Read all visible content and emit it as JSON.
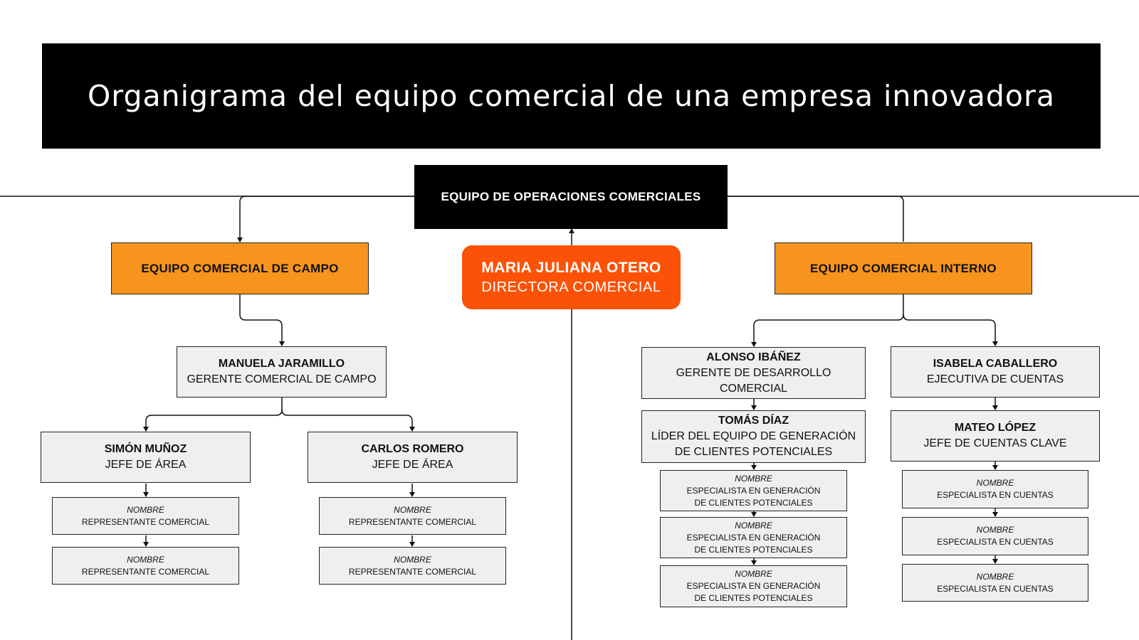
{
  "title": "Organigrama del equipo comercial de una empresa innovadora",
  "colors": {
    "banner": "#000000",
    "team": "#f7941d",
    "director": "#fc5207",
    "box": "#efefef"
  },
  "root": {
    "label": "EQUIPO DE OPERACIONES COMERCIALES"
  },
  "director": {
    "name": "MARIA JULIANA OTERO",
    "role": "DIRECTORA COMERCIAL"
  },
  "field_team": {
    "label": "EQUIPO COMERCIAL DE CAMPO",
    "manager": {
      "name": "MANUELA JARAMILLO",
      "role": "GERENTE COMERCIAL DE CAMPO"
    },
    "leads": [
      {
        "name": "SIMÓN MUÑOZ",
        "role": "JEFE DE ÁREA",
        "staff": [
          {
            "name": "NOMBRE",
            "role": "REPRESENTANTE COMERCIAL"
          },
          {
            "name": "NOMBRE",
            "role": "REPRESENTANTE COMERCIAL"
          }
        ]
      },
      {
        "name": "CARLOS ROMERO",
        "role": "JEFE DE ÁREA",
        "staff": [
          {
            "name": "NOMBRE",
            "role": "REPRESENTANTE COMERCIAL"
          },
          {
            "name": "NOMBRE",
            "role": "REPRESENTANTE COMERCIAL"
          }
        ]
      }
    ]
  },
  "internal_team": {
    "label": "EQUIPO COMERCIAL INTERNO",
    "branches": [
      {
        "name": "ALONSO IBÁÑEZ",
        "role": "GERENTE DE DESARROLLO COMERCIAL",
        "lead": {
          "name": "TOMÁS DÍAZ",
          "role_line1": "LÍDER DEL EQUIPO DE GENERACIÓN",
          "role_line2": "DE CLIENTES POTENCIALES"
        },
        "staff": [
          {
            "name": "NOMBRE",
            "role_line1": "ESPECIALISTA EN GENERACIÓN",
            "role_line2": "DE CLIENTES POTENCIALES"
          },
          {
            "name": "NOMBRE",
            "role_line1": "ESPECIALISTA EN GENERACIÓN",
            "role_line2": "DE CLIENTES POTENCIALES"
          },
          {
            "name": "NOMBRE",
            "role_line1": "ESPECIALISTA EN GENERACIÓN",
            "role_line2": "DE CLIENTES POTENCIALES"
          }
        ]
      },
      {
        "name": "ISABELA CABALLERO",
        "role": "EJECUTIVA DE CUENTAS",
        "lead": {
          "name": "MATEO LÓPEZ",
          "role": "JEFE DE CUENTAS CLAVE"
        },
        "staff": [
          {
            "name": "NOMBRE",
            "role": "ESPECIALISTA EN CUENTAS"
          },
          {
            "name": "NOMBRE",
            "role": "ESPECIALISTA EN CUENTAS"
          },
          {
            "name": "NOMBRE",
            "role": "ESPECIALISTA EN CUENTAS"
          }
        ]
      }
    ]
  }
}
